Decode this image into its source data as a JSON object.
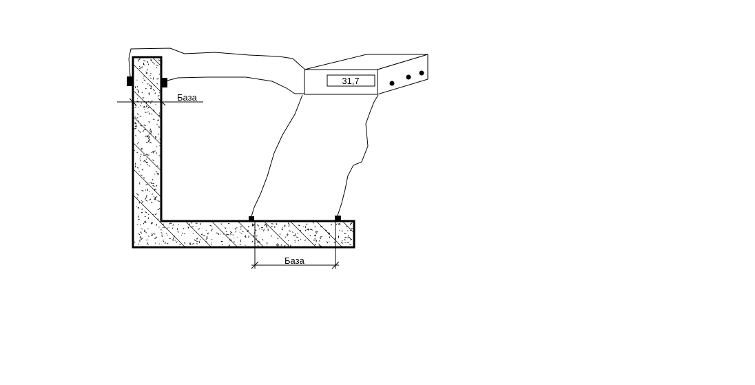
{
  "labels": {
    "base_vertical": "База",
    "base_horizontal": "База"
  },
  "meter": {
    "reading": "31,7"
  },
  "colors": {
    "line": "#000000",
    "background": "#ffffff"
  }
}
